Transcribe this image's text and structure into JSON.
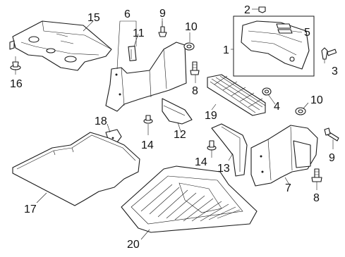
{
  "callouts": {
    "c1": "1",
    "c2": "2",
    "c3": "3",
    "c4": "4",
    "c5": "5",
    "c6": "6",
    "c7": "7",
    "c8a": "8",
    "c8b": "8",
    "c9a": "9",
    "c9b": "9",
    "c10a": "10",
    "c10b": "10",
    "c11": "11",
    "c12": "12",
    "c13": "13",
    "c14a": "14",
    "c14b": "14",
    "c15": "15",
    "c16": "16",
    "c17": "17",
    "c18": "18",
    "c19": "19",
    "c20": "20"
  }
}
